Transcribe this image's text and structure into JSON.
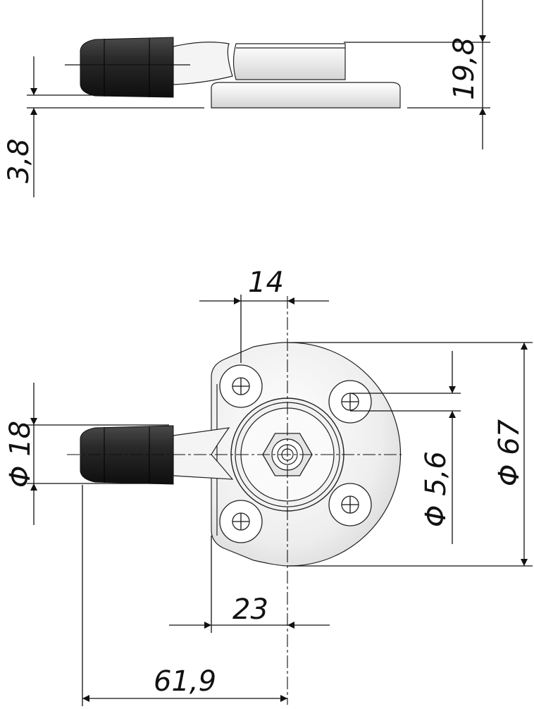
{
  "drawing": {
    "side_view": {
      "height_label": "19,8",
      "base_label": "3,8"
    },
    "top_view": {
      "hole_spacing_label": "14",
      "knob_diameter_label": "Φ 18",
      "hole_diameter_label": "Φ 5,6",
      "base_diameter_label": "Φ 67",
      "offset_label": "23",
      "overall_length_label": "61,9"
    }
  }
}
